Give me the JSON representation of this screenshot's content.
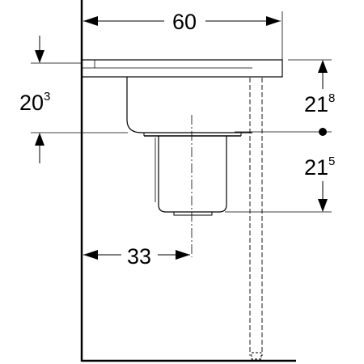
{
  "dimensions": {
    "width": {
      "value": "60"
    },
    "depth": {
      "value": "33"
    },
    "height_top": {
      "base": "20",
      "sup": "3"
    },
    "height_right_upper": {
      "base": "21",
      "sup": "8"
    },
    "height_right_lower": {
      "base": "21",
      "sup": "5"
    }
  },
  "colors": {
    "line": "#000000",
    "background": "#ffffff"
  }
}
